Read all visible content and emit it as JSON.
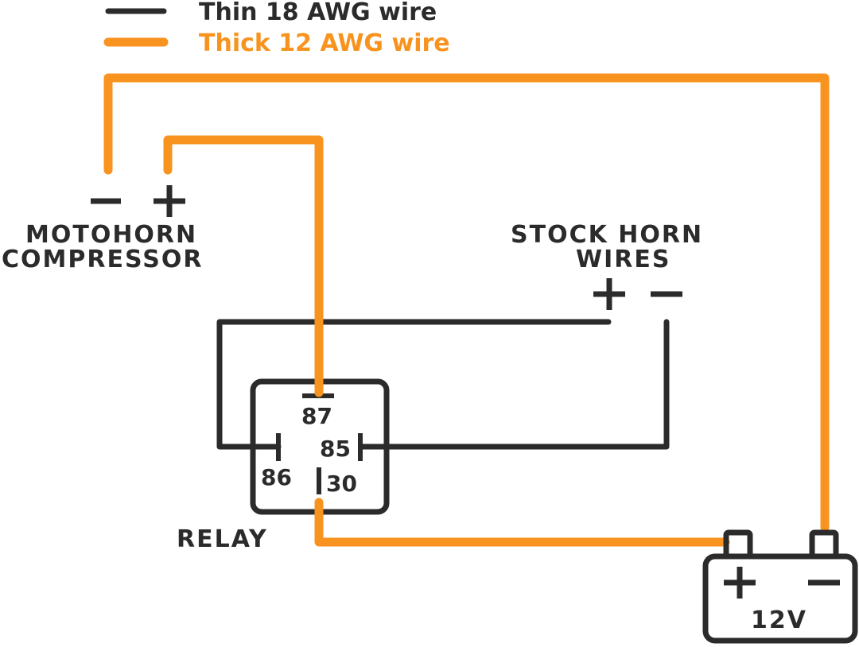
{
  "legend": {
    "thin_label": "Thin 18 AWG wire",
    "thick_label": "Thick 12 AWG wire"
  },
  "components": {
    "compressor": {
      "line1": "MOTOHORN",
      "line2": "COMPRESSOR",
      "minus": "−",
      "plus": "+"
    },
    "stock_horn": {
      "line1": "STOCK HORN",
      "line2": "WIRES",
      "plus": "+",
      "minus": "−"
    },
    "relay": {
      "label": "RELAY",
      "pin_87": "87",
      "pin_85": "85",
      "pin_86": "86",
      "pin_30": "30"
    },
    "battery": {
      "label": "12V",
      "plus": "+",
      "minus": "−"
    }
  },
  "colors": {
    "thin_wire": "#2b2b2b",
    "thick_wire": "#f7931e",
    "text_dark": "#2b2b2b",
    "text_orange": "#f7931e"
  }
}
